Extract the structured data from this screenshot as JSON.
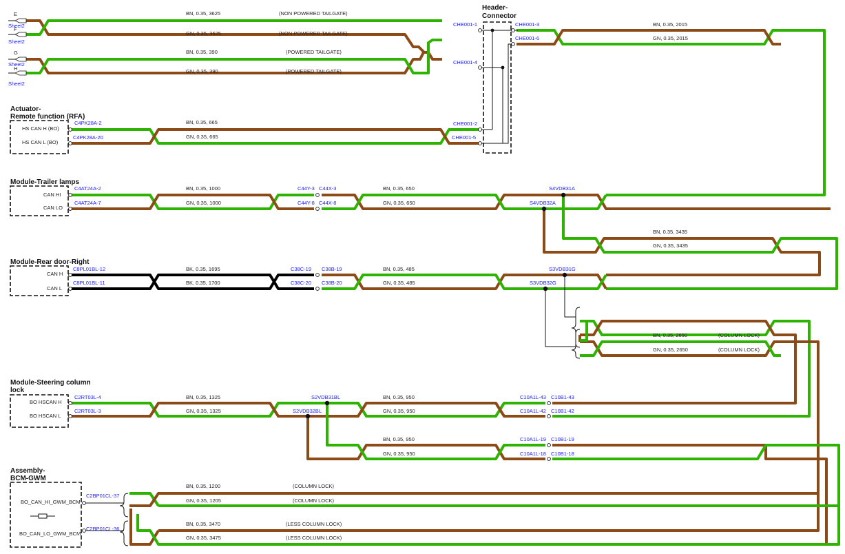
{
  "colors": {
    "green": "#2db300",
    "brown": "#8b4a16",
    "black": "#000000",
    "label_blue": "#1a1aff"
  },
  "sheet_refs": [
    {
      "letter": "E",
      "sheet": "Sheet2"
    },
    {
      "letter": "F",
      "sheet": "Sheet2"
    },
    {
      "letter": "G",
      "sheet": "Sheet2"
    },
    {
      "letter": "H",
      "sheet": "Sheet2"
    }
  ],
  "components": {
    "header": {
      "line1": "Header-",
      "line2": "Connector"
    },
    "rfa": {
      "line1": "Actuator-",
      "line2": "Remote function (RFA)",
      "pin1": "HS CAN H (BO)",
      "pin2": "HS CAN L (BO)"
    },
    "trailer": {
      "title": "Module-Trailer lamps",
      "pin1": "CAN HI",
      "pin2": "CAN LO"
    },
    "reardoor": {
      "title": "Module-Rear door-Right",
      "pin1": "CAN H",
      "pin2": "CAN L"
    },
    "steering": {
      "line1": "Module-Steering column",
      "line2": "lock",
      "pin1": "BO HSCAN H",
      "pin2": "BO HSCAN L"
    },
    "bcm": {
      "line1": "Assembly-",
      "line2": "BCM-GWM",
      "pin1": "BO_CAN_HI_GWM_BCM",
      "pin2": "BO_CAN_LO_GWM_BCM"
    }
  },
  "connectors": {
    "che001_1": "CHE001-1",
    "che001_4": "CHE001-4",
    "che001_2": "CHE001-2",
    "che001_5": "CHE001-5",
    "che001_3": "CHE001-3",
    "che001_6": "CHE001-6",
    "c4pk28a_2": "C4PK28A-2",
    "c4pk28a_20": "C4PK28A-20",
    "c4at24a_2": "C4AT24A-2",
    "c4at24a_7": "C4AT24A-7",
    "c44y_3": "C44Y-3",
    "c44x_3": "C44X-3",
    "c44y_8": "C44Y-8",
    "c44x_8": "C44X-8",
    "s4vdb31a": "S4VDB31A",
    "s4vdb32a": "S4VDB32A",
    "c8pl01bl_12": "C8PL01BL-12",
    "c8pl01bl_11": "C8PL01BL-11",
    "c38c_19": "C38C-19",
    "c38b_19": "C38B-19",
    "c38c_20": "C38C-20",
    "c38b_20": "C38B-20",
    "s3vdb31g": "S3VDB31G",
    "s3vdb32g": "S3VDB32G",
    "c2rt03l_4": "C2RT03L-4",
    "c2rt03l_3": "C2RT03L-3",
    "s2vdb31bl": "S2VDB31BL",
    "s2vdb32bl": "S2VDB32BL",
    "c10a1l_43": "C10A1L-43",
    "c10b1_43": "C10B1-43",
    "c10a1l_42": "C10A1L-42",
    "c10b1_42": "C10B1-42",
    "c10a1l_19": "C10A1L-19",
    "c10b1_19": "C10B1-19",
    "c10a1l_18": "C10A1L-18",
    "c10b1_18": "C10B1-18",
    "c2bp01cl_37": "C2BP01CL-37",
    "c2bp01cl_36": "C2BP01CL-36"
  },
  "wires": {
    "w1": "BN,  0.35,  3625",
    "w1n": "(NON POWERED TAILGATE)",
    "w2": "GN,  0.35,  3625",
    "w2n": "(NON POWERED TAILGATE)",
    "w3": "BN,  0.35,  390",
    "w3n": "(POWERED TAILGATE)",
    "w4": "GN,  0.35,  390",
    "w4n": "(POWERED TAILGATE)",
    "w5": "BN,  0.35,  2015",
    "w6": "GN,  0.35,  2015",
    "w7": "BN,  0.35,  665",
    "w8": "GN,  0.35,  665",
    "w9": "BN,  0.35,  1000",
    "w10": "GN,  0.35,  1000",
    "w11": "BN,  0.35,  650",
    "w12": "GN,  0.35,  650",
    "w13": "BN,  0.35,  3435",
    "w14": "GN,  0.35,  3435",
    "w15": "BK,  0.35,  1695",
    "w16": "BK,  0.35,  1700",
    "w17": "BN,  0.35,  485",
    "w18": "GN,  0.35,  485",
    "w19": "BN,  0.35,  2650",
    "w19n": "(COLUMN LOCK)",
    "w20": "GN,  0.35,  2650",
    "w20n": "(COLUMN LOCK)",
    "w21": "BN,  0.35,  1325",
    "w22": "GN,  0.35,  1325",
    "w23": "BN,  0.35,  950",
    "w24": "GN,  0.35,  950",
    "w25": "BN,  0.35,  950",
    "w26": "GN,  0.35,  950",
    "w27": "BN,  0.35,  1200",
    "w27n": "(COLUMN LOCK)",
    "w28": "GN,  0.35,  1205",
    "w28n": "(COLUMN LOCK)",
    "w29": "BN,  0.35,  3470",
    "w29n": "(LESS COLUMN LOCK)",
    "w30": "GN,  0.35,  3475",
    "w30n": "(LESS COLUMN LOCK)"
  }
}
